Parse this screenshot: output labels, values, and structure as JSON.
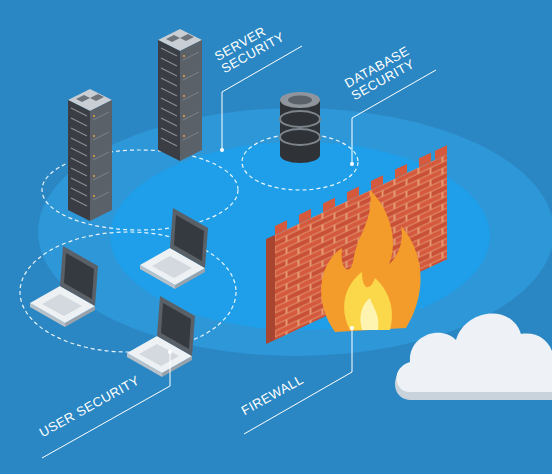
{
  "diagram": {
    "labels": [
      "SERVER SECURITY",
      "DATABASE SECURITY",
      "USER SECURITY",
      "FIREWALL"
    ]
  }
}
